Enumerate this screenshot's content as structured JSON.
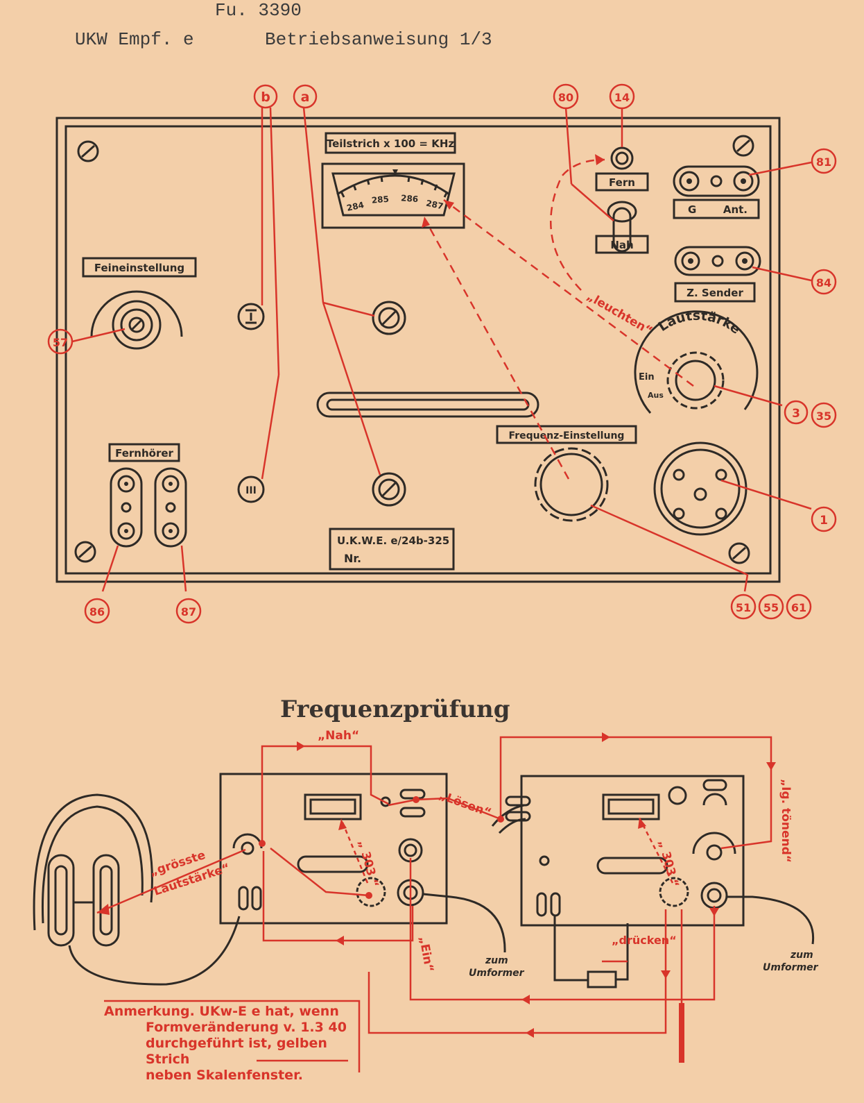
{
  "header": {
    "doc_number": "Fu. 3390",
    "title_left": "UKW Empf. e",
    "title_right": "Betriebsanweisung 1/3"
  },
  "panel": {
    "scale_label": "Teilstrich x 100 = KHz",
    "scale_ticks": [
      "284",
      "285",
      "286",
      "287"
    ],
    "fine_tuning_label": "Feineinstellung",
    "fern_label": "Fern",
    "nah_label": "Nah",
    "antenna_left": "G",
    "antenna_right": "Ant.",
    "sender_label": "Z. Sender",
    "volume_label": "Lautstärke",
    "on_label": "Ein",
    "off_label": "Aus",
    "freq_label": "Frequenz-Einstellung",
    "headphone_label": "Fernhörer",
    "type_plate": "U.K.W.E. e/24b-325",
    "nr_label": "Nr.",
    "roman_one": "I",
    "roman_three": "III",
    "leuchten": "„leuchten“"
  },
  "callouts": {
    "b": "b",
    "a": "a",
    "c80": "80",
    "c14": "14",
    "c81": "81",
    "c84": "84",
    "c57": "57",
    "c3": "3",
    "c35": "35",
    "c1": "1",
    "c86": "86",
    "c87": "87",
    "c51": "51",
    "c55": "55",
    "c61": "61"
  },
  "frequency_test": {
    "heading": "Frequenzprüfung",
    "nah": "„Nah“",
    "loesen": "„Lösen“",
    "groesste": "„grösste",
    "lautstaerke": "Lautstärke“",
    "v303a": "„ 303 “",
    "v303b": "„ 303 “",
    "ein": "„Ein“",
    "druecken": "„drücken“",
    "tonend": "„Ig. tönend“",
    "zum1": "zum",
    "umformer1": "Umformer",
    "zum2": "zum",
    "umformer2": "Umformer"
  },
  "note": {
    "line1": "Anmerkung. UKw-E e hat, wenn",
    "line2": "Formveränderung v. 1.3 40",
    "line3": "durchgeführt ist, gelben Strich",
    "line4": "neben Skalenfenster."
  },
  "colors": {
    "paper": "#f3cfa9",
    "ink": "#2e2a26",
    "red": "#d8342a"
  }
}
